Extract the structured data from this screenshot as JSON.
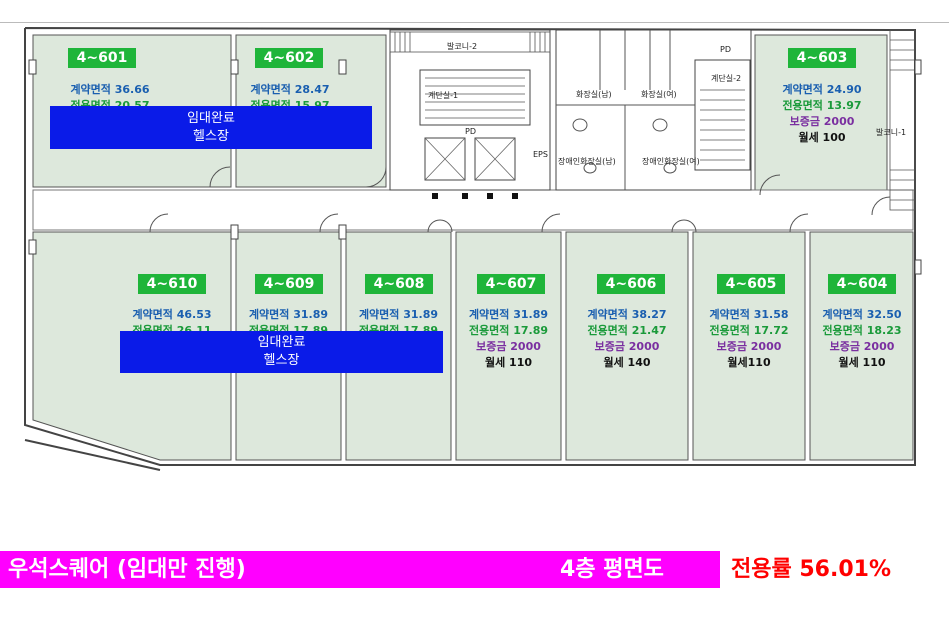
{
  "units": [
    {
      "id": "4~601",
      "contract": "계약면적 36.66",
      "exclusive": "전용면적 20.57"
    },
    {
      "id": "4~602",
      "contract": "계약면적 28.47",
      "exclusive": "전용면적 15.97"
    },
    {
      "id": "4~603",
      "contract": "계약면적 24.90",
      "exclusive": "전용면적 13.97",
      "deposit": "보증금 2000",
      "rent": "월세 100"
    },
    {
      "id": "4~610",
      "contract": "계약면적 46.53",
      "exclusive": "전용면적 26.11"
    },
    {
      "id": "4~609",
      "contract": "계약면적 31.89",
      "exclusive": "전용면적 17.89"
    },
    {
      "id": "4~608",
      "contract": "계약면적 31.89",
      "exclusive": "전용면적 17.89"
    },
    {
      "id": "4~607",
      "contract": "계약면적 31.89",
      "exclusive": "전용면적 17.89",
      "deposit": "보증금 2000",
      "rent": "월세 110"
    },
    {
      "id": "4~606",
      "contract": "계약면적 38.27",
      "exclusive": "전용면적 21.47",
      "deposit": "보증금 2000",
      "rent": "월세 140"
    },
    {
      "id": "4~605",
      "contract": "계약면적 31.58",
      "exclusive": "전용면적 17.72",
      "deposit": "보증금 2000",
      "rent": "월세110"
    },
    {
      "id": "4~604",
      "contract": "계약면적 32.50",
      "exclusive": "전용면적 18.23",
      "deposit": "보증금 2000",
      "rent": "월세 110"
    }
  ],
  "leased": [
    {
      "status": "임대완료",
      "use": "헬스장"
    },
    {
      "status": "임대완료",
      "use": "헬스장"
    }
  ],
  "labels": {
    "balcony2": "발코니-2",
    "balcony1": "발코니-1",
    "toilet_m": "화장실(남)",
    "toilet_f": "화장실(여)",
    "disabled_m": "장애인화장실(남)",
    "disabled_f": "장애인화장실(여)",
    "pd": "PD",
    "pd2": "PD",
    "eps": "EPS",
    "stair1": "계단실-1",
    "stair2": "계단실-2"
  },
  "footer": {
    "title": "우석스퀘어 (임대만 진행)",
    "floor": "4층 평면도",
    "rate": "전용률 56.01%"
  },
  "colors": {
    "room_fill": "#dde8dc",
    "tag_green": "#1fb53a",
    "leased_blue": "#0a1be8",
    "footer_magenta": "#ff00ff",
    "rate_red": "#ff0000"
  }
}
